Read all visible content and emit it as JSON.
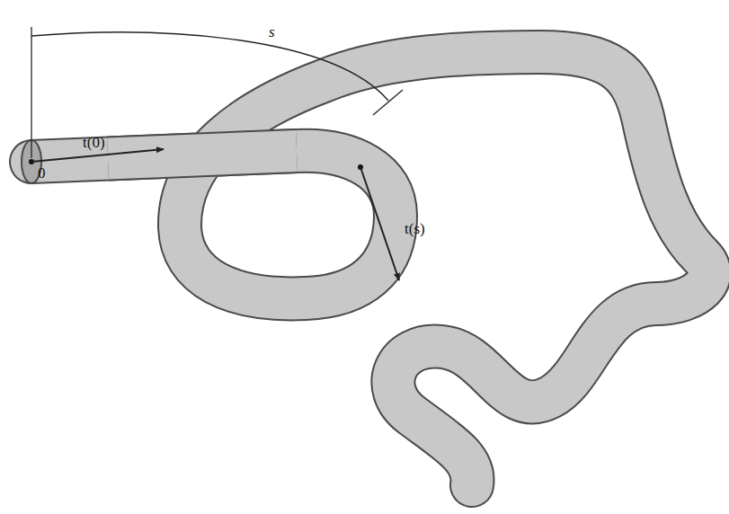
{
  "diagram": {
    "labels": [
      "s",
      "t(0)",
      "0",
      "t(s)"
    ]
  }
}
